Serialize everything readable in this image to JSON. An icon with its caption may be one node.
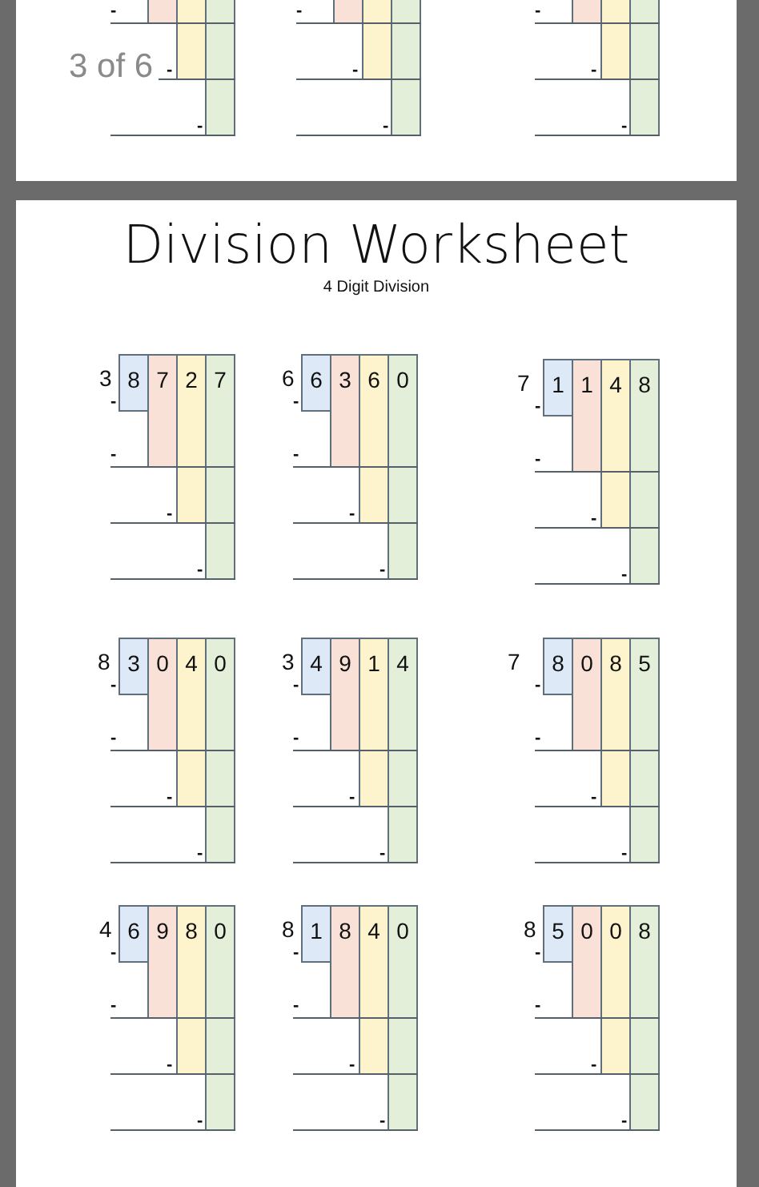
{
  "diagram": {
    "title": "Division Worksheet",
    "labels": [
      "-",
      "-",
      "-",
      "-",
      "-",
      "-",
      "-",
      "-",
      "-",
      "3 of 6",
      "4 Digit Division",
      "3",
      "8",
      "7",
      "2",
      "7",
      "-",
      "-",
      "-",
      "-",
      "6",
      "6",
      "3",
      "6",
      "0",
      "-",
      "-",
      "-",
      "-",
      "7",
      "1",
      "1",
      "4",
      "8",
      "-",
      "-",
      "-",
      "-",
      "8",
      "3",
      "0",
      "4",
      "0",
      "-",
      "-",
      "-",
      "-",
      "3",
      "4",
      "9",
      "1",
      "4",
      "-",
      "-",
      "-",
      "-",
      "7",
      "8",
      "0",
      "8",
      "5",
      "-",
      "-",
      "-",
      "-",
      "4",
      "6",
      "9",
      "8",
      "0",
      "-",
      "-",
      "-",
      "-",
      "8",
      "1",
      "8",
      "4",
      "0",
      "-",
      "-",
      "-",
      "-",
      "8",
      "5",
      "0",
      "0",
      "8",
      "-",
      "-",
      "-",
      "-"
    ]
  }
}
